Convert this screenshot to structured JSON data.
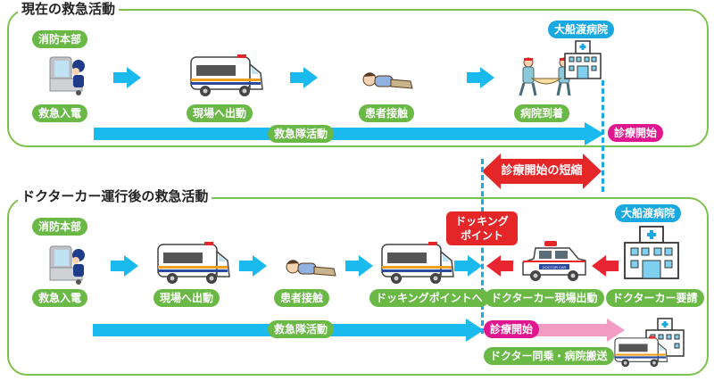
{
  "colors": {
    "frame_green": "#7dc24b",
    "label_green": "#6ab846",
    "arrow_blue": "#1ab9ee",
    "hospital_blue": "#1aa8e0",
    "magenta": "#e0168e",
    "red": "#e52629",
    "pink_arrow": "#f29cc3"
  },
  "current": {
    "title": "現在の救急活動",
    "dispatch_center": "消防本部",
    "hospital": "大船渡病院",
    "steps": [
      "救急入電",
      "現場へ出動",
      "患者接触",
      "病院到着"
    ],
    "activity_bar_label": "救急隊活動",
    "treatment_start": "診療開始"
  },
  "shortening": {
    "label": "診療開始の短縮"
  },
  "doctor_car": {
    "title": "ドクターカー運行後の救急活動",
    "dispatch_center": "消防本部",
    "hospital": "大船渡病院",
    "steps": [
      "救急入電",
      "現場へ出動",
      "患者接触",
      "ドッキングポイントへ",
      "ドクターカー現場出動",
      "ドクターカー要請"
    ],
    "docking_point_label": "ドッキング\nポイント",
    "docking_line1": "ドッキング",
    "docking_line2": "ポイント",
    "activity_bar_label": "救急隊活動",
    "treatment_start": "診療開始",
    "transport_label": "ドクター同乗・病院搬送",
    "doctor_car_decal": "DOCTOR CAR"
  }
}
